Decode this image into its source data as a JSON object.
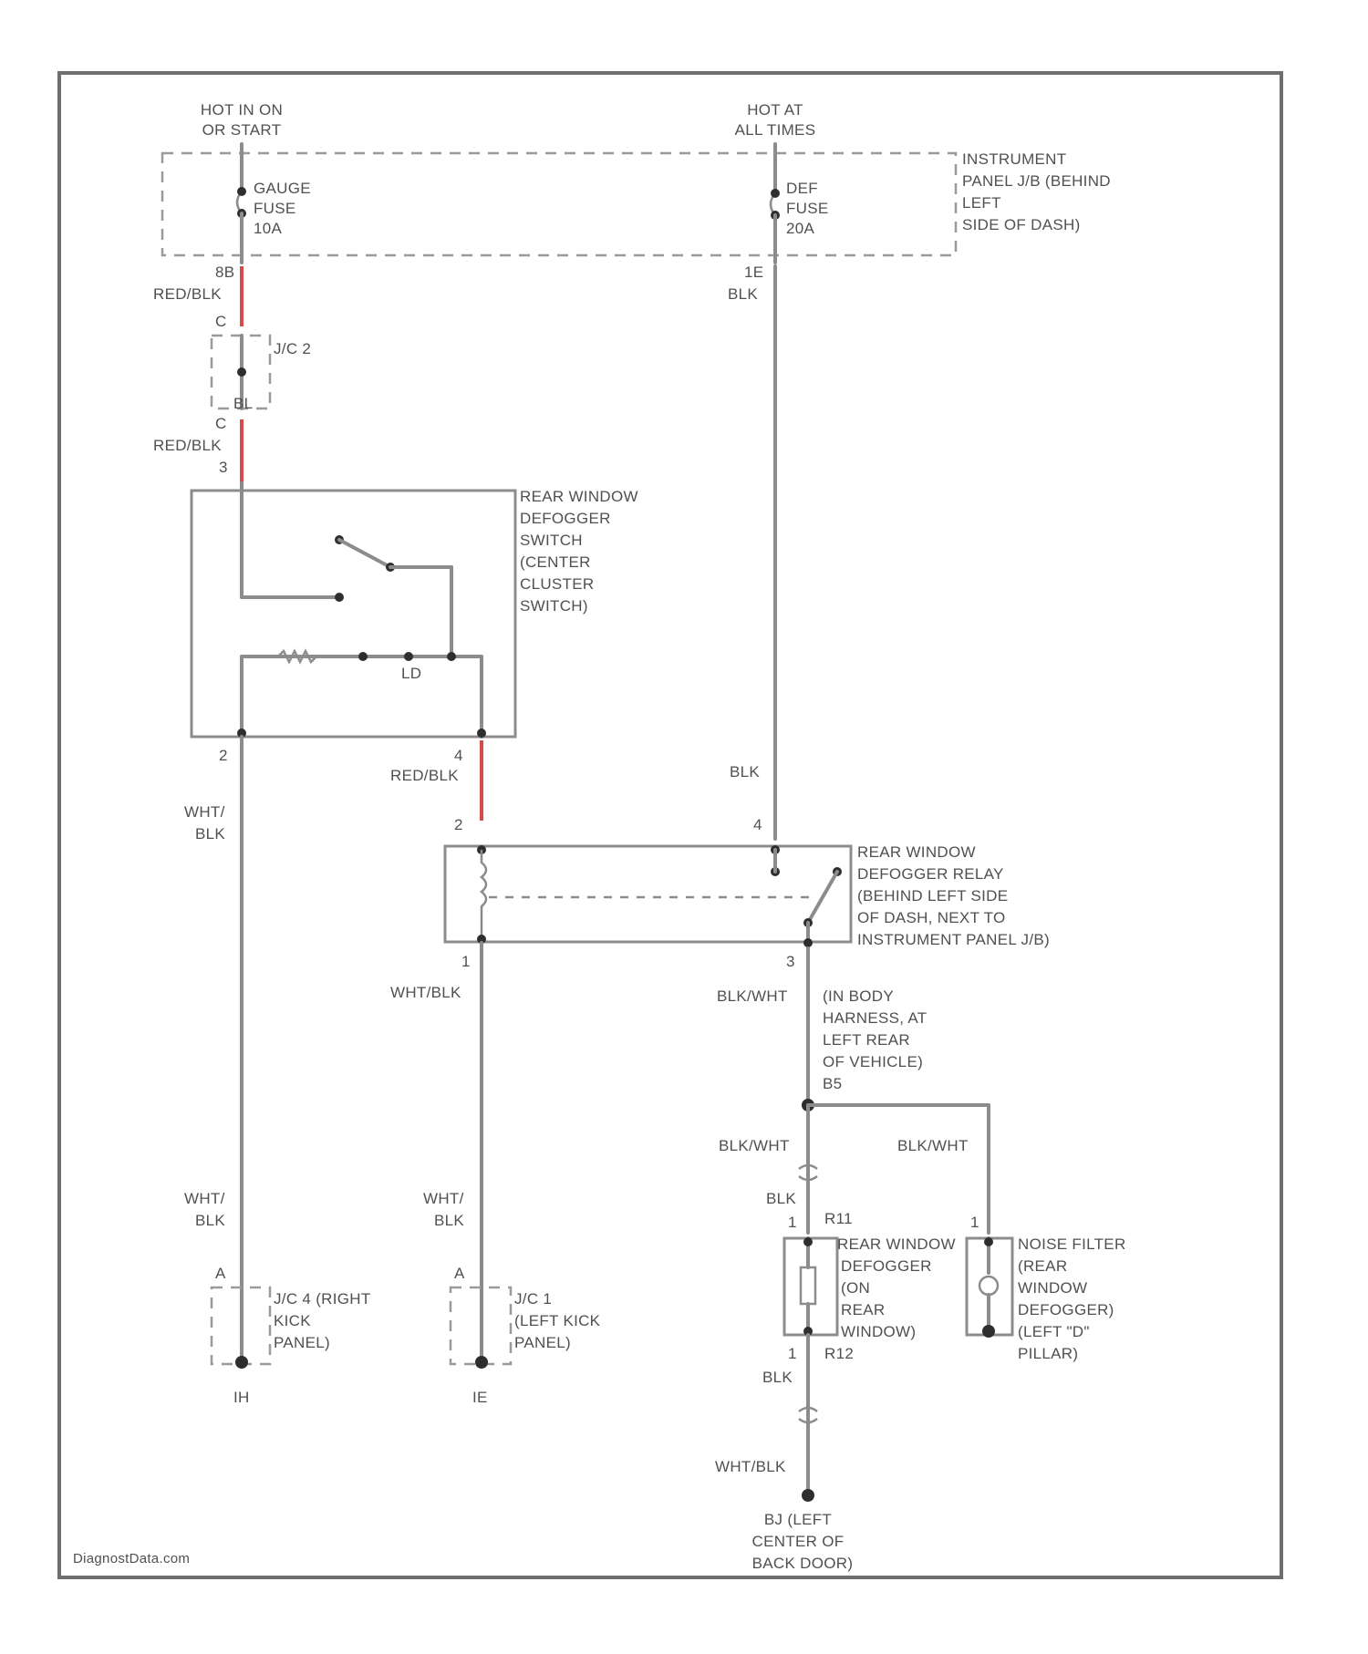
{
  "colors": {
    "frame": "#6e6e6e",
    "wire": "#8c8c8c",
    "red_wire": "#d94a4a",
    "text": "#505050",
    "node": "#2e2e2e"
  },
  "power": {
    "hot_run_start": [
      "HOT IN ON",
      "OR START"
    ],
    "hot_all_times": [
      "HOT AT",
      "ALL TIMES"
    ]
  },
  "fuse_box": {
    "label": [
      "INSTRUMENT",
      "PANEL J/B (BEHIND",
      "LEFT",
      "SIDE OF DASH)"
    ],
    "gauge_fuse": [
      "GAUGE",
      "FUSE",
      "10A"
    ],
    "def_fuse": [
      "DEF",
      "FUSE",
      "20A"
    ],
    "pin_gauge": "8B",
    "pin_def": "1E"
  },
  "connectors": {
    "jc2": "J/C 2",
    "jc2_top_pin": "C",
    "jc2_bottom_pin": "C",
    "switch_in": "3",
    "switch_out_left": "2",
    "switch_out_right": "4",
    "relay_in_left": "2",
    "relay_in_right": "4",
    "relay_out_left": "1",
    "relay_out_right": "3",
    "defogger_pin_top": "1",
    "defogger_pin_top_id": "R11",
    "defogger_pin_bottom": "1",
    "defogger_pin_bottom_id": "R12",
    "noise_pin": "1",
    "grd_left_pin": "A",
    "grd_right_pin": "A"
  },
  "wires": {
    "red_blk": "RED/BLK",
    "blk": "BLK",
    "wht_blk_stacked": [
      "WHT/",
      "BLK"
    ],
    "wht_blk": "WHT/BLK",
    "blk_wht": "BLK/WHT"
  },
  "components": {
    "switch_label": [
      "REAR WINDOW",
      "DEFOGGER",
      "SWITCH",
      "(CENTER",
      "CLUSTER",
      "SWITCH)"
    ],
    "switch_led_label": "LD",
    "relay_label": [
      "REAR WINDOW",
      "DEFOGGER RELAY",
      "(BEHIND LEFT SIDE",
      "OF DASH, NEXT TO",
      "INSTRUMENT PANEL J/B)"
    ],
    "splice_label": [
      "(IN BODY",
      "HARNESS, AT",
      "LEFT REAR",
      "OF VEHICLE)",
      "B5"
    ],
    "defogger_label": [
      "REAR WINDOW",
      "DEFOGGER",
      "(ON",
      "REAR",
      "WINDOW)"
    ],
    "noise_label": [
      "NOISE FILTER",
      "(REAR",
      "WINDOW",
      "DEFOGGER)",
      "(LEFT \"D\"",
      "PILLAR)"
    ],
    "jc4_label": [
      "J/C 4 (RIGHT",
      "KICK",
      "PANEL)"
    ],
    "jc1_label": [
      "J/C 1",
      "(LEFT KICK",
      "PANEL)"
    ],
    "ground_left": "IH",
    "ground_right": "IE",
    "ground_bottom": [
      "BJ (LEFT",
      "CENTER OF",
      "BACK DOOR)"
    ]
  },
  "watermark": "DiagnostData.com"
}
